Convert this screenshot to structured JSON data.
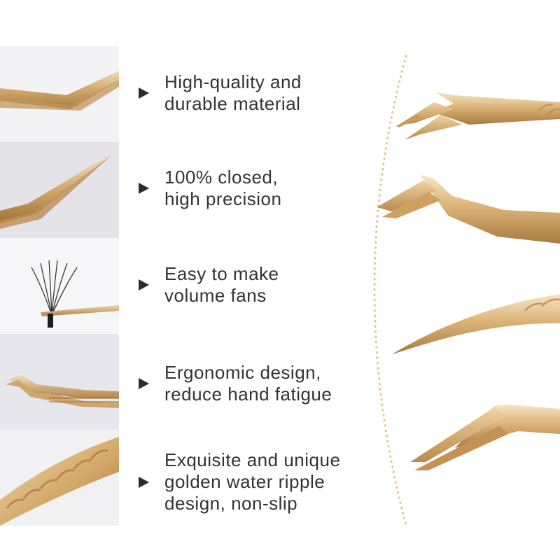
{
  "features": [
    {
      "lines": [
        "High-quality and",
        "durable material"
      ],
      "icon": "play-bullet-icon",
      "image": "tweezer-tip-photo"
    },
    {
      "lines": [
        "100% closed,",
        "high precision"
      ],
      "icon": "play-bullet-icon",
      "image": "tweezer-closed-tip-photo"
    },
    {
      "lines": [
        "Easy to make",
        "volume fans"
      ],
      "icon": "play-bullet-icon",
      "image": "volume-fan-photo"
    },
    {
      "lines": [
        "Ergonomic design,",
        "reduce hand fatigue"
      ],
      "icon": "play-bullet-icon",
      "image": "tweezer-side-photo"
    },
    {
      "lines": [
        "Exquisite and unique",
        "golden water ripple",
        "design, non-slip"
      ],
      "icon": "play-bullet-icon",
      "image": "ripple-grip-photo"
    }
  ],
  "colors": {
    "gold": "#d9b376",
    "gold_dark": "#b8894a",
    "text": "#333333",
    "bullet": "#2b2b2b",
    "dots": "#e7c27c"
  }
}
